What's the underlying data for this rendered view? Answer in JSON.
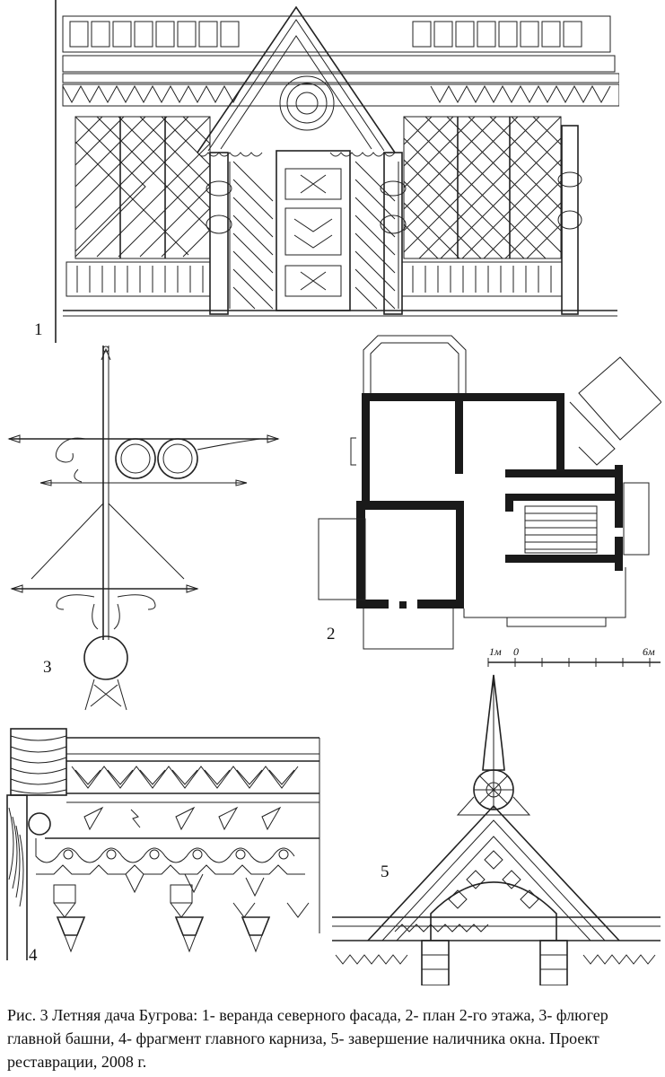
{
  "figure_labels": {
    "veranda": "1",
    "plan": "2",
    "weathervane": "3",
    "cornice": "4",
    "window_top": "5"
  },
  "scale_bar": {
    "left": "1м",
    "zero": "0",
    "right": "6м"
  },
  "caption": {
    "text": "Рис. 3 Летняя дача Бугрова: 1- веранда северного фасада, 2- план 2-го этажа, 3- флюгер главной башни, 4- фрагмент главного карниза, 5- завершение наличника окна. Проект реставрации, 2008 г."
  }
}
